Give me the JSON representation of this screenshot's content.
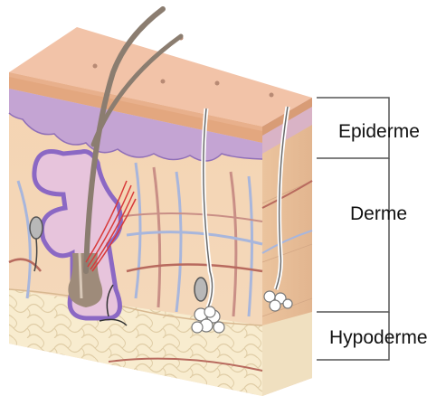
{
  "labels": {
    "epidermis": "Epiderme",
    "dermis": "Derme",
    "hypodermis": "Hypoderme"
  },
  "colors": {
    "skin_surface": "#f2c2a6",
    "epidermis_top": "#e9b08e",
    "epidermis_band": "#c9a8d6",
    "dermis": "#f5d7b8",
    "hypodermis": "#f8eccf",
    "fat_lines": "#d9c49a",
    "gland_purple": "#a98ad0",
    "hair": "#8d7f72",
    "muscle_red": "#d83a3a",
    "vessel_blue": "#9fb0d8",
    "vessel_red": "#b86a5e",
    "bracket": "#555555"
  }
}
